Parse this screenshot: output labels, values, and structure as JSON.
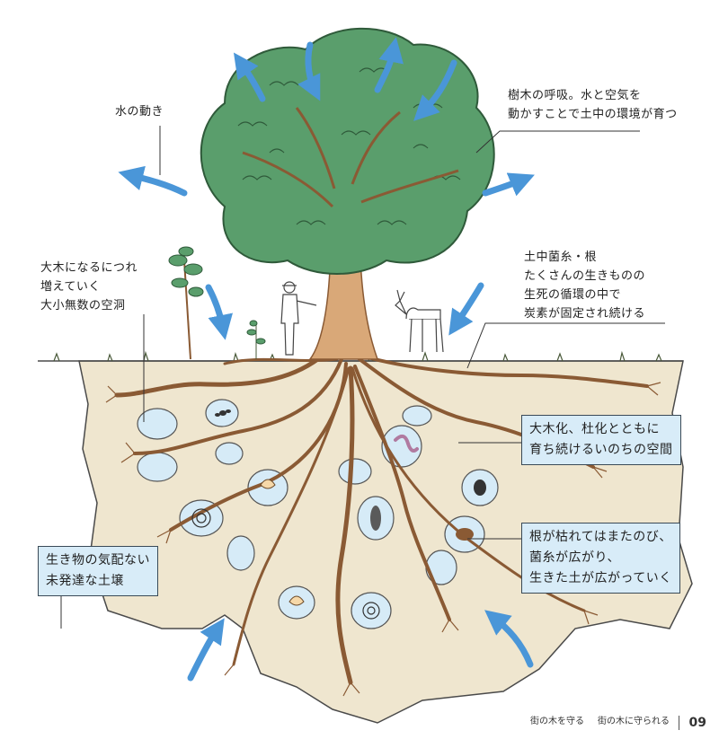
{
  "labels": {
    "water_movement": "水の動き",
    "tree_breathing": [
      "樹木の呼吸。水と空気を",
      "動かすことで土中の環境が育つ"
    ],
    "cavities": [
      "大木になるにつれ",
      "増えていく",
      "大小無数の空洞"
    ],
    "mycelium": [
      "土中菌糸・根",
      "たくさんの生きものの",
      "生死の循環の中で",
      "炭素が固定され続ける"
    ]
  },
  "boxes": {
    "life_space": [
      "大木化、杜化とともに",
      "育ち続けるいのちの空間"
    ],
    "fungi_spread": [
      "根が枯れてはまたのび、",
      "菌糸が広がり、",
      "生きた土が広がっていく"
    ],
    "undeveloped_soil": [
      "生き物の気配ない",
      "未発達な土壌"
    ]
  },
  "footer": {
    "left": "街の木を守る",
    "right": "街の木に守られる",
    "page": "09"
  },
  "colors": {
    "foliage": "#5a9e6c",
    "foliage_outline": "#2f5a3a",
    "trunk": "#d9a878",
    "trunk_outline": "#8a5a34",
    "soil": "#efe6cf",
    "soil_outline": "#4a4a4a",
    "cavity": "#d6ebf7",
    "arrow": "#4a96d8",
    "box": "#d8ecf8"
  },
  "icons": [
    "arrow-icon",
    "worm-icon",
    "ant-icon",
    "beetle-icon",
    "snail-icon",
    "pillbug-icon",
    "mole-icon",
    "grub-icon",
    "deer-icon",
    "person-icon",
    "sapling-icon"
  ]
}
